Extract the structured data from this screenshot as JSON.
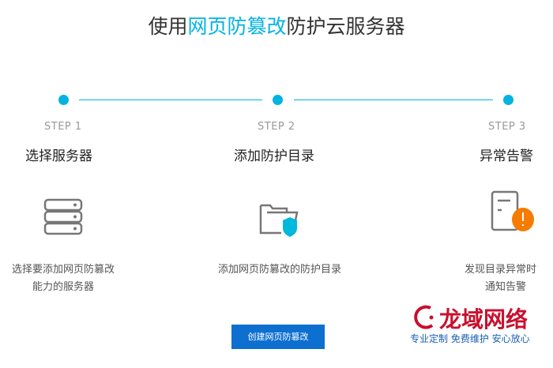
{
  "title": {
    "pre": "使用",
    "highlight": "网页防篡改",
    "post": "防护云服务器"
  },
  "steps": [
    {
      "step": "STEP 1",
      "name": "选择服务器",
      "desc1": "选择要添加网页防篡改",
      "desc2": "能力的服务器",
      "icon": "server-icon"
    },
    {
      "step": "STEP 2",
      "name": "添加防护目录",
      "desc1": "添加网页防篡改的防护目录",
      "icon": "folder-shield-icon"
    },
    {
      "step": "STEP 3",
      "name": "异常告警",
      "desc1": "发现目录异常时",
      "desc2": "通知告警",
      "icon": "document-alert-icon"
    }
  ],
  "button": "创建网页防篡改",
  "watermark": {
    "name": "龙域网络",
    "slogan": "专业定制 免费维护 安心放心"
  },
  "colors": {
    "accent": "#00b3e3",
    "button": "#0d6fd0",
    "alert": "#f57c00"
  }
}
